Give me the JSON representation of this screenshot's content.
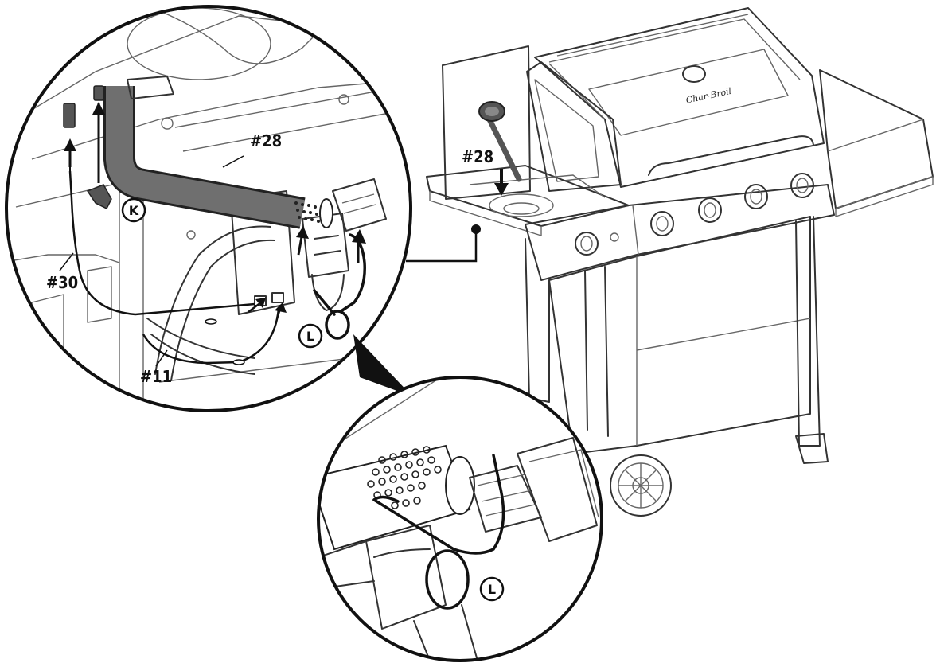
{
  "labels": {
    "part_28_callout": "#28",
    "part_28_main": "#28",
    "part_30": "#30",
    "part_11": "#11",
    "step_k": "K",
    "step_l_upper": "L",
    "step_l_lower": "L"
  },
  "brand_logo": "Char-Broil",
  "colors": {
    "ink": "#111111",
    "line": "#333333",
    "tube": "#6f6f6f",
    "background": "#ffffff"
  }
}
